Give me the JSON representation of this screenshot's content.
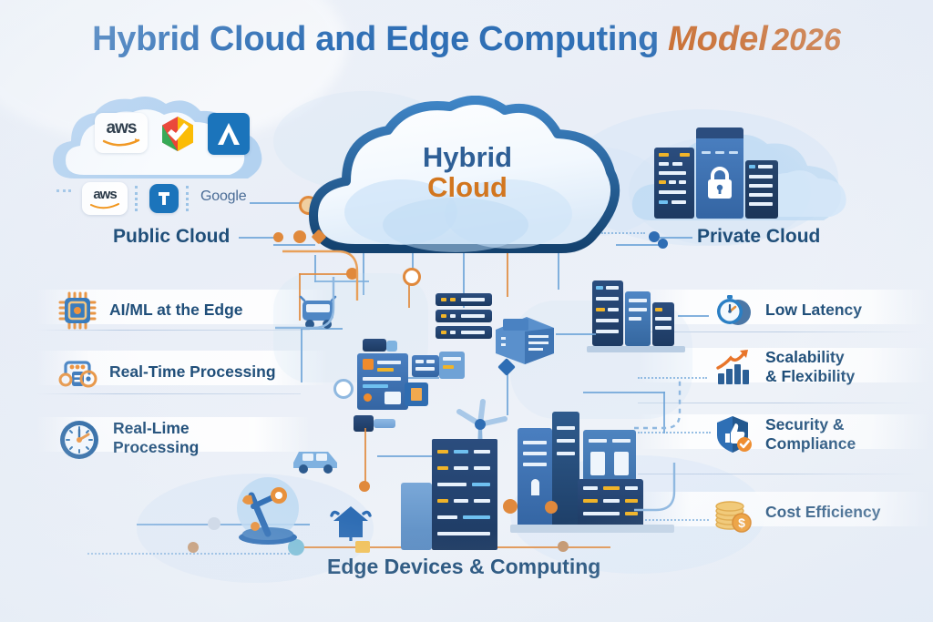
{
  "title": {
    "main": "Hybrid Cloud and Edge Computing",
    "accent": "Model",
    "year": "2026",
    "main_color": "#2f6fb5",
    "accent_color": "#c96a2b"
  },
  "palette": {
    "background": "#eef2f8",
    "label_blue": "#1f4e79",
    "accent_orange": "#d2761f",
    "wire_blue": "#6ea4d8",
    "rack_navy": "#1d3a62",
    "led_yellow": "#f0b429"
  },
  "center": {
    "cloud_label_line1": "Hybrid",
    "cloud_label_line2": "Cloud",
    "icon": "cloud-icon"
  },
  "sections": {
    "public_cloud": {
      "label": "Public Cloud",
      "icon": "cloud-icon",
      "logos_top": [
        {
          "name": "aws-logo",
          "text": "aws"
        },
        {
          "name": "google-cloud-logo",
          "text": ""
        },
        {
          "name": "azure-logo",
          "text": ""
        }
      ],
      "logos_bottom": [
        {
          "name": "aws-logo-small",
          "text": "aws"
        },
        {
          "name": "azure-logo-small",
          "text": ""
        },
        {
          "name": "google-logo-wordmark",
          "text": "Google"
        }
      ]
    },
    "private_cloud": {
      "label": "Private Cloud",
      "icon": "server-lock-icon"
    },
    "edge": {
      "label": "Edge Devices & Computing",
      "icon": "edge-network-icon"
    }
  },
  "features_left": [
    {
      "label": "AI/ML at the Edge",
      "icon": "cpu-chip-icon",
      "lines": 1
    },
    {
      "label": "Real-Time Processing",
      "icon": "iot-device-icon",
      "lines": 1
    },
    {
      "label": "Real-Lime\nProcessing",
      "icon": "clock-gauge-icon",
      "lines": 2
    }
  ],
  "features_right": [
    {
      "label": "Low Latency",
      "icon": "stopwatch-icon",
      "lines": 1
    },
    {
      "label": "Scalability\n& Flexibility",
      "icon": "growth-chart-icon",
      "lines": 2
    },
    {
      "label": "Security &\nCompliance",
      "icon": "shield-check-icon",
      "lines": 2
    },
    {
      "label": "Cost Efficiency",
      "icon": "coins-icon",
      "lines": 1
    }
  ],
  "feature_labels": {
    "l0": "AI/ML at the Edge",
    "l1": "Real-Time Processing",
    "l2a": "Real-Lime",
    "l2b": "Processing",
    "r0": "Low Latency",
    "r1a": "Scalability",
    "r1b": "& Flexibility",
    "r2a": "Security &",
    "r2b": "Compliance",
    "r3": "Cost Efficiency"
  }
}
